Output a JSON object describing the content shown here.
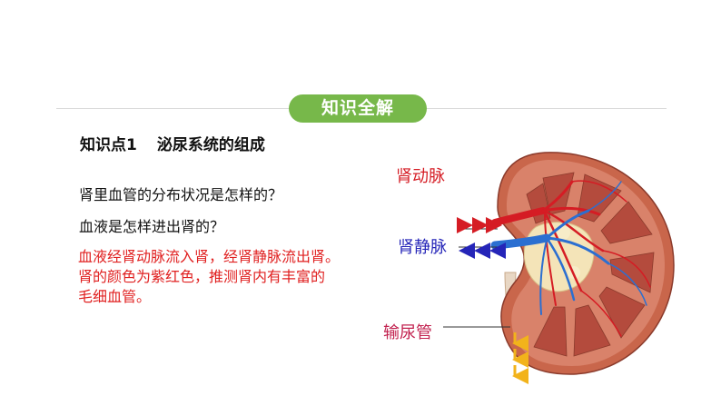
{
  "header": {
    "badge_label": "知识全解"
  },
  "section": {
    "number": "知识点1",
    "title": "泌尿系统的组成"
  },
  "questions": [
    "肾里血管的分布状况是怎样的？",
    "血液是怎样进出肾的？"
  ],
  "answer": {
    "lines": [
      "血液经肾动脉流入肾，经肾静脉流出肾。",
      "肾的颜色为紫红色，推测肾内有丰富的",
      "毛细血管。"
    ]
  },
  "diagram": {
    "labels": {
      "artery": "肾动脉",
      "vein": "肾静脉",
      "ureter": "输尿管"
    }
  },
  "colors": {
    "badge": "#77b84a",
    "answer_text": "#e02020",
    "artery": "#d51c24",
    "vein": "#2525b8",
    "ureter_arrow": "#f2b31b"
  }
}
